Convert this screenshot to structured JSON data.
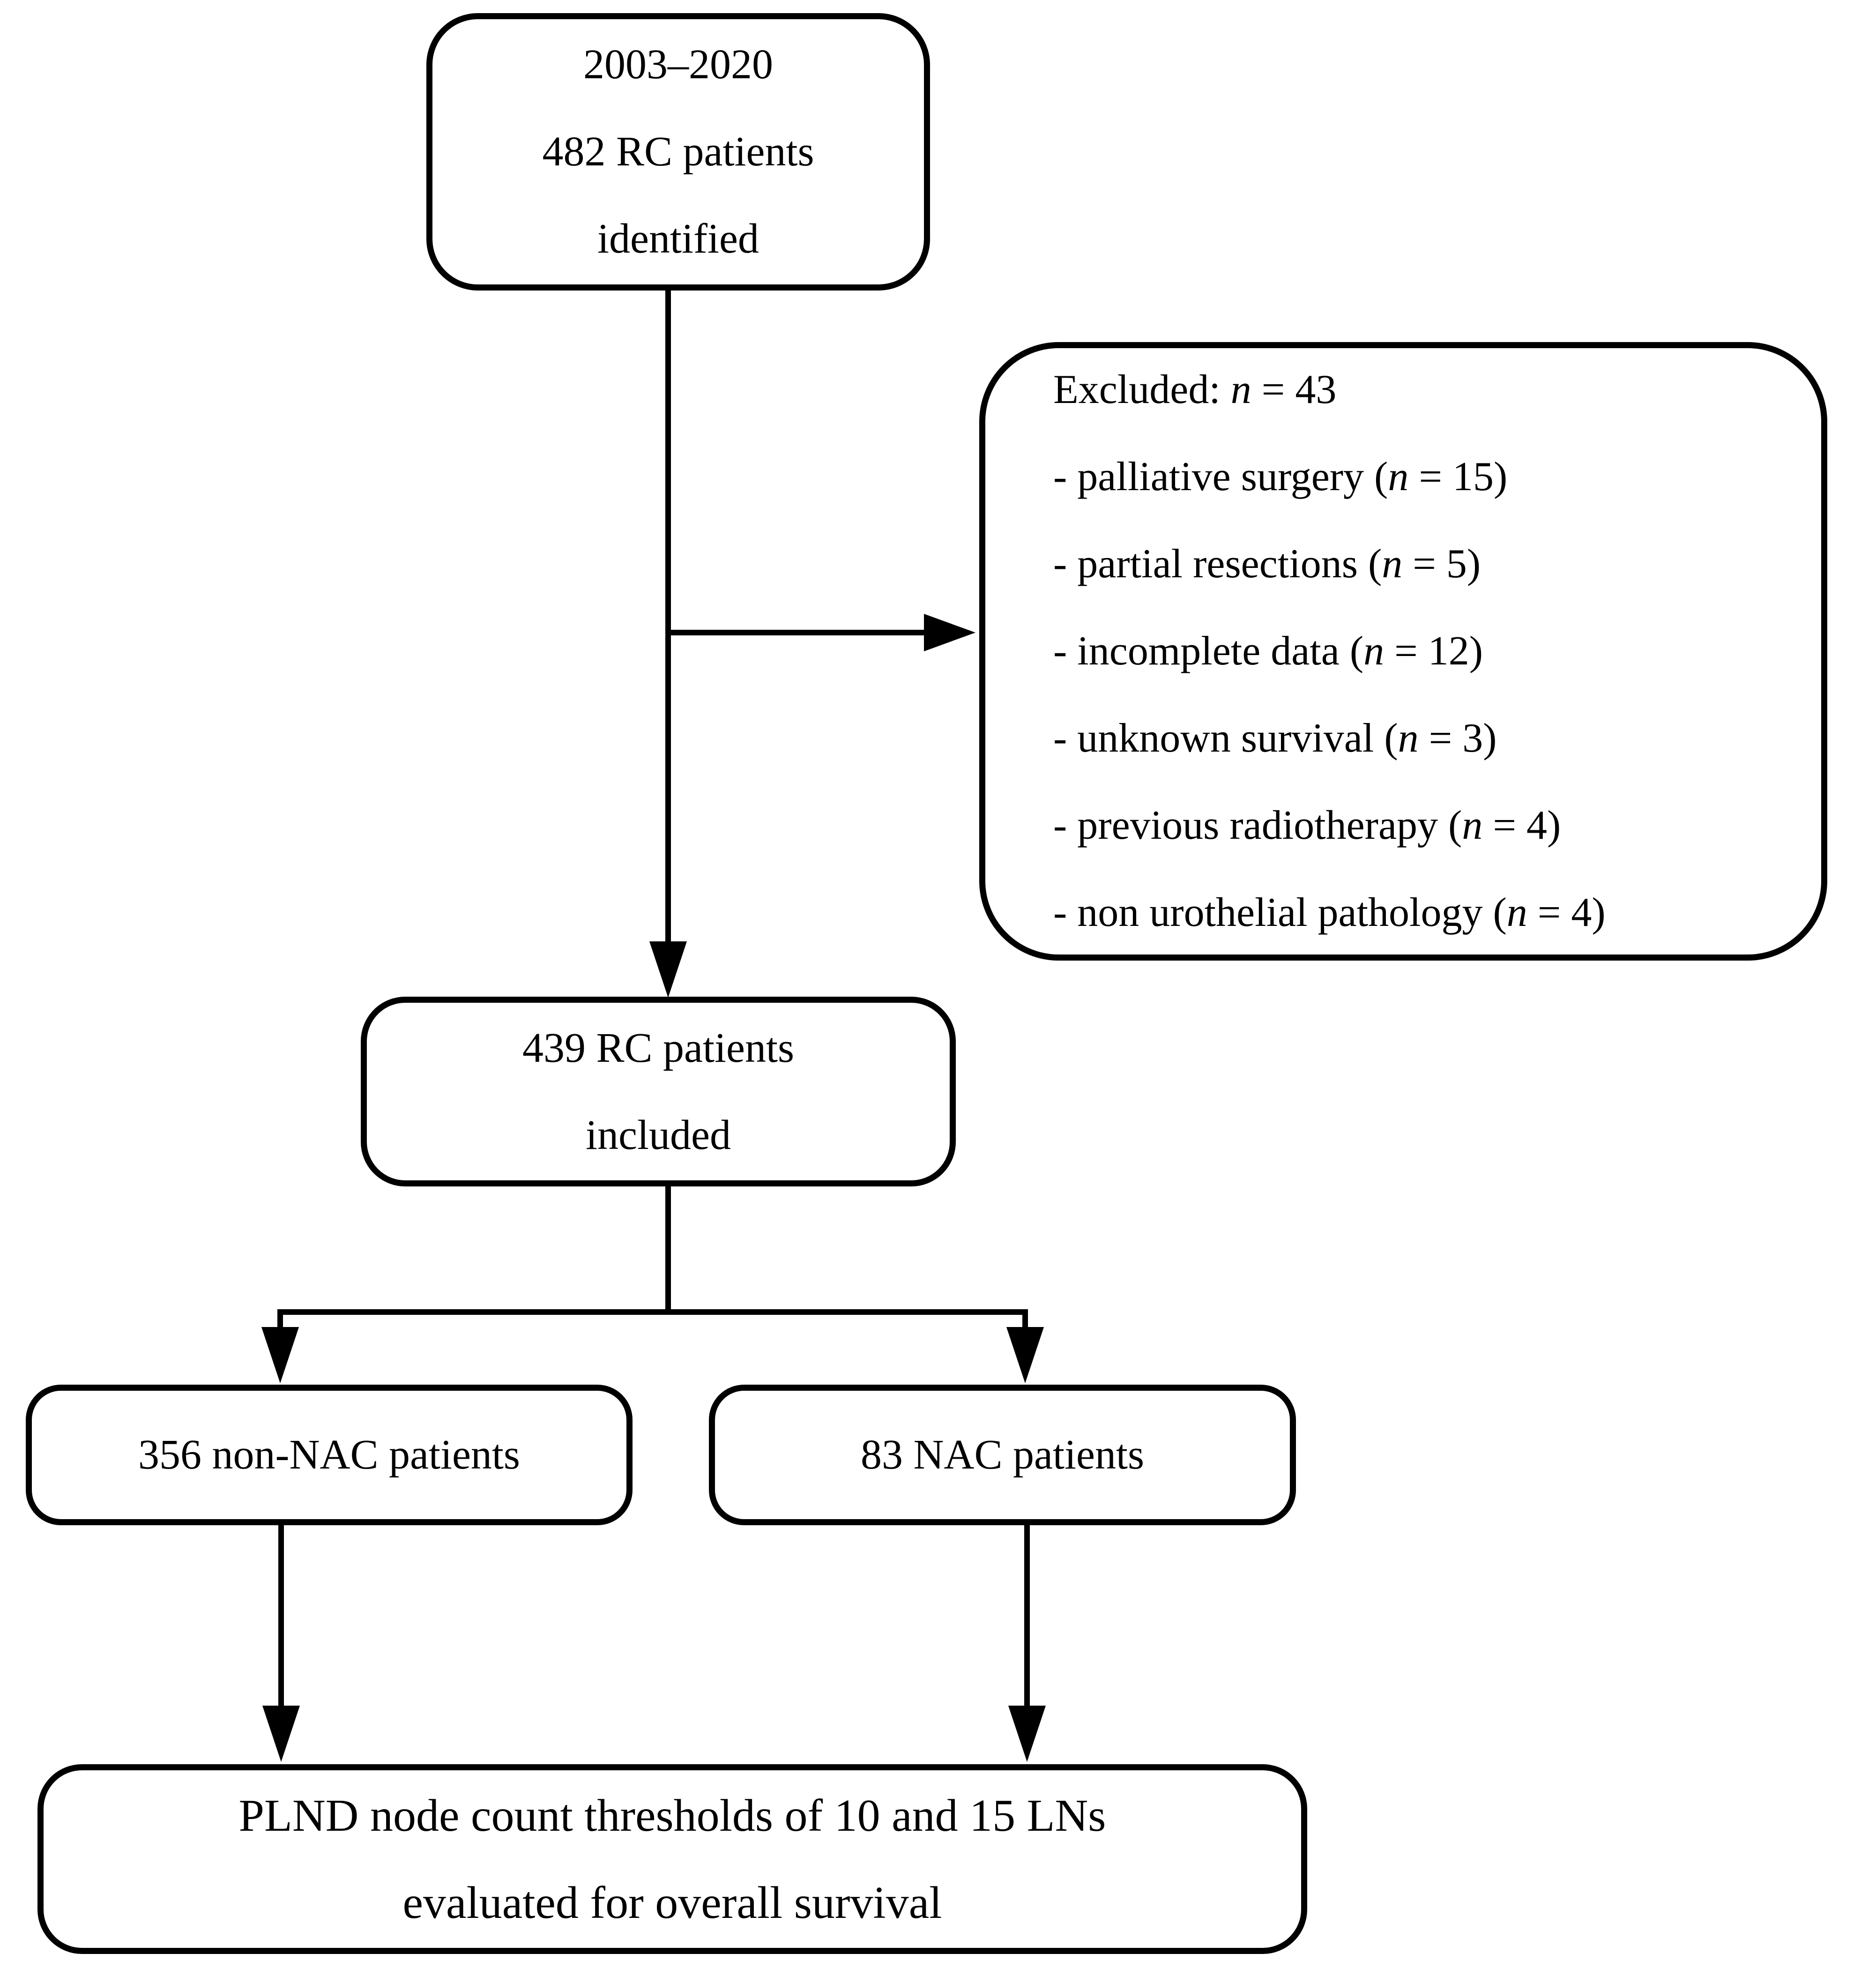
{
  "boxes": {
    "identified": {
      "lines": [
        "2003–2020",
        "482 RC patients",
        "identified"
      ]
    },
    "excluded": {
      "items": [
        {
          "pre": "Excluded: ",
          "n": "n",
          "post": " = 43"
        },
        {
          "pre": "- palliative surgery (",
          "n": "n",
          "post": " = 15)"
        },
        {
          "pre": "- partial resections (",
          "n": "n",
          "post": " = 5)"
        },
        {
          "pre": "- incomplete data (",
          "n": "n",
          "post": " = 12)"
        },
        {
          "pre": "- unknown survival (",
          "n": "n",
          "post": " = 3)"
        },
        {
          "pre": "- previous radiotherapy (",
          "n": "n",
          "post": " = 4)"
        },
        {
          "pre": "- non urothelial pathology (",
          "n": "n",
          "post": " = 4)"
        }
      ]
    },
    "included": {
      "lines": [
        "439 RC patients",
        "included"
      ]
    },
    "non_nac": {
      "label": "356 non-NAC patients"
    },
    "nac": {
      "label": "83 NAC patients"
    },
    "outcome": {
      "lines": [
        "PLND node count thresholds of 10 and 15 LNs",
        "evaluated for overall survival"
      ]
    }
  },
  "colors": {
    "line": "#000000",
    "text": "#000000",
    "background": "#ffffff"
  }
}
